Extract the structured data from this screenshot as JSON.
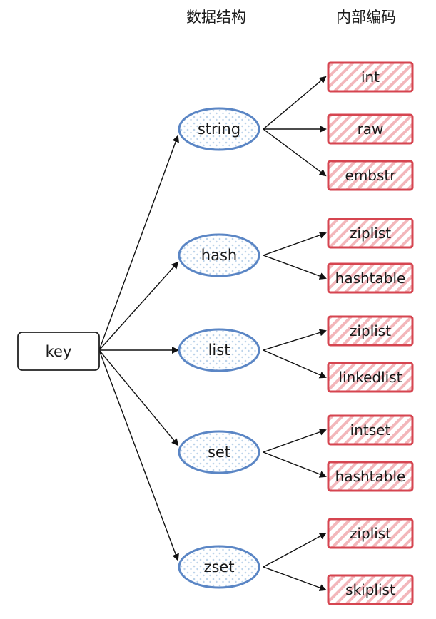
{
  "headers": {
    "data_structure": "数据结构",
    "encoding": "内部编码"
  },
  "key": {
    "label": "key"
  },
  "structures": [
    {
      "id": "string",
      "label": "string",
      "encodings": [
        "int",
        "raw",
        "embstr"
      ]
    },
    {
      "id": "hash",
      "label": "hash",
      "encodings": [
        "ziplist",
        "hashtable"
      ]
    },
    {
      "id": "list",
      "label": "list",
      "encodings": [
        "ziplist",
        "linkedlist"
      ]
    },
    {
      "id": "set",
      "label": "set",
      "encodings": [
        "intset",
        "hashtable"
      ]
    },
    {
      "id": "zset",
      "label": "zset",
      "encodings": [
        "ziplist",
        "skiplist"
      ]
    }
  ],
  "colors": {
    "ellipse_stroke": "#5b86c5",
    "ellipse_dots": "#bcd3ea",
    "box_stroke": "#d64550",
    "box_hatch": "#f3b7bb",
    "arrow": "#111111",
    "key_stroke": "#222222"
  }
}
